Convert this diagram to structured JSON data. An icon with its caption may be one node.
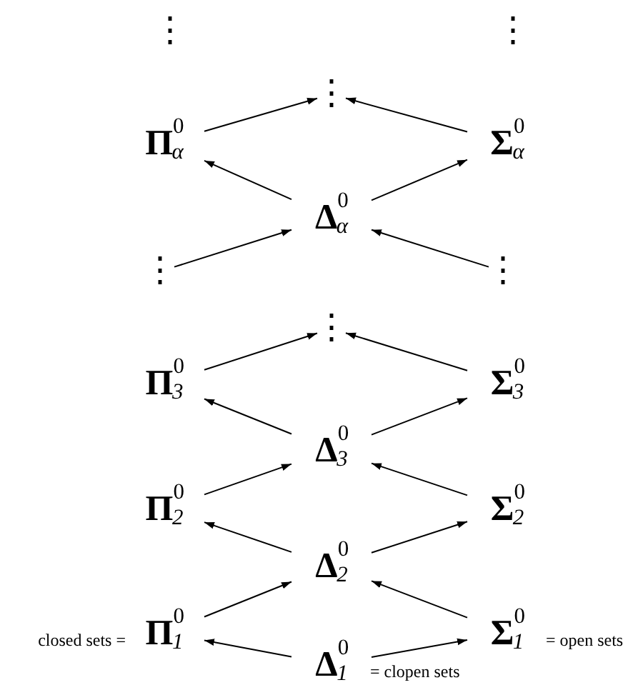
{
  "diagram": {
    "nodes": [
      {
        "text": [
          "⋮"
        ]
      },
      {
        "text": [
          "Π$^{0}$$_{α}$"
        ]
      },
      {
        "text": [
          "Σ$^{0}$$_{α}$"
        ]
      },
      {
        "text": [
          "Δ$^{0}$$_{α}$"
        ]
      },
      {
        "text": [
          "⋮"
        ]
      },
      {
        "text": [
          "⋮"
        ]
      },
      {
        "text": [
          "⋮"
        ]
      },
      {
        "text": [
          "Π$^{0}$$_{3}$"
        ]
      },
      {
        "text": [
          "Σ$^{0}$$_{3}$"
        ]
      },
      {
        "text": [
          "Δ$^{0}$$_{3}$"
        ]
      },
      {
        "text": [
          "Π$^{0}$$_{2}$"
        ]
      },
      {
        "text": [
          "Σ$^{0}$$_{2}$"
        ]
      },
      {
        "text": [
          "Δ$^{0}$$_{2}$"
        ]
      },
      {
        "text": [
          "Π$^{0}$$_{1}$"
        ],
        "beside": [
          "closed sets ="
        ]
      },
      {
        "text": [
          "Σ$^{0}$$_{1}$"
        ],
        "beside": [
          "= open sets"
        ]
      },
      {
        "text": [
          "Δ$^{0}$$_{1}$"
        ],
        "beside": [
          "= clopen sets"
        ]
      }
    ],
    "edges": [
      {
        "from": 1,
        "to": 0,
        "arrow": "to"
      },
      {
        "from": 2,
        "to": 0,
        "arrow": "to"
      },
      {
        "from": 3,
        "to": 1,
        "arrow": "to"
      },
      {
        "from": 3,
        "to": 2,
        "arrow": "to"
      },
      {
        "from": 4,
        "to": 3,
        "arrow": "to"
      },
      {
        "from": 5,
        "to": 3,
        "arrow": "to"
      },
      {
        "from": 7,
        "to": 6,
        "arrow": "to"
      },
      {
        "from": 8,
        "to": 6,
        "arrow": "to"
      },
      {
        "from": 9,
        "to": 7,
        "arrow": "to"
      },
      {
        "from": 9,
        "to": 8,
        "arrow": "to"
      },
      {
        "from": 10,
        "to": 9,
        "arrow": "to"
      },
      {
        "from": 11,
        "to": 9,
        "arrow": "to"
      },
      {
        "from": 12,
        "to": 10,
        "arrow": "to"
      },
      {
        "from": 12,
        "to": 11,
        "arrow": "to"
      },
      {
        "from": 13,
        "to": 12,
        "arrow": "to"
      },
      {
        "from": 14,
        "to": 12,
        "arrow": "to"
      },
      {
        "from": 15,
        "to": 13,
        "arrow": "to"
      },
      {
        "from": 15,
        "to": 14,
        "arrow": "to"
      }
    ],
    "labels": [
      "⋮",
      "⋮"
    ]
  }
}
